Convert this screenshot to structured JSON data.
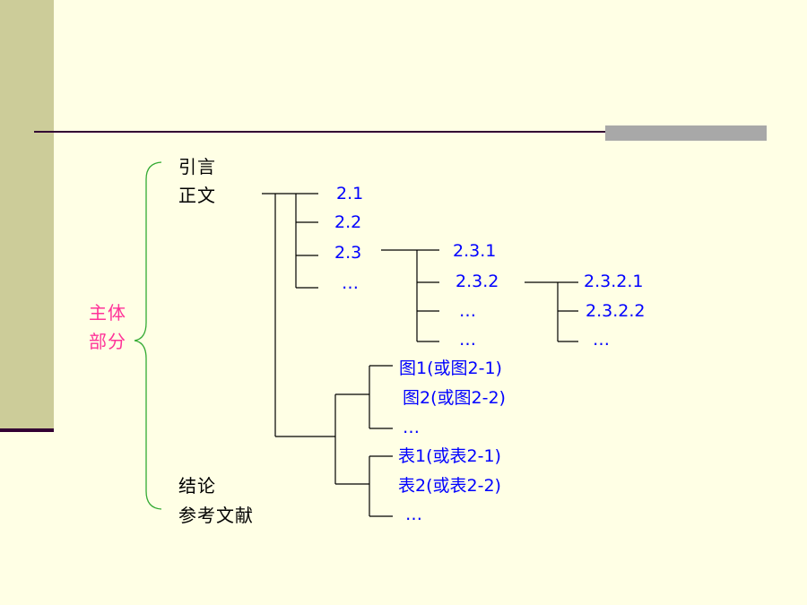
{
  "sections": {
    "main_body_line1": "主体",
    "main_body_line2": "部分",
    "introduction": "引言",
    "body_text": "正文",
    "conclusion": "结论",
    "references": "参考文献"
  },
  "level2": [
    "2.1",
    "2.2",
    "2.3",
    "…"
  ],
  "level3": [
    "2.3.1",
    "2.3.2",
    "…",
    "…"
  ],
  "level4": [
    "2.3.2.1",
    "2.3.2.2",
    "…"
  ],
  "figures": [
    "图1(或图2-1)",
    "图2(或图2-2)",
    "…"
  ],
  "tables": [
    "表1(或表2-1)",
    "表2(或表2-2)",
    "…"
  ],
  "colors": {
    "background": "#FFFFE5",
    "sidebar": "#CCCC99",
    "rule": "#330033",
    "accent_bar": "#A8A8A8",
    "brace": "#33AA33",
    "blue_text": "#0000FF",
    "pink_text": "#FF3399"
  }
}
